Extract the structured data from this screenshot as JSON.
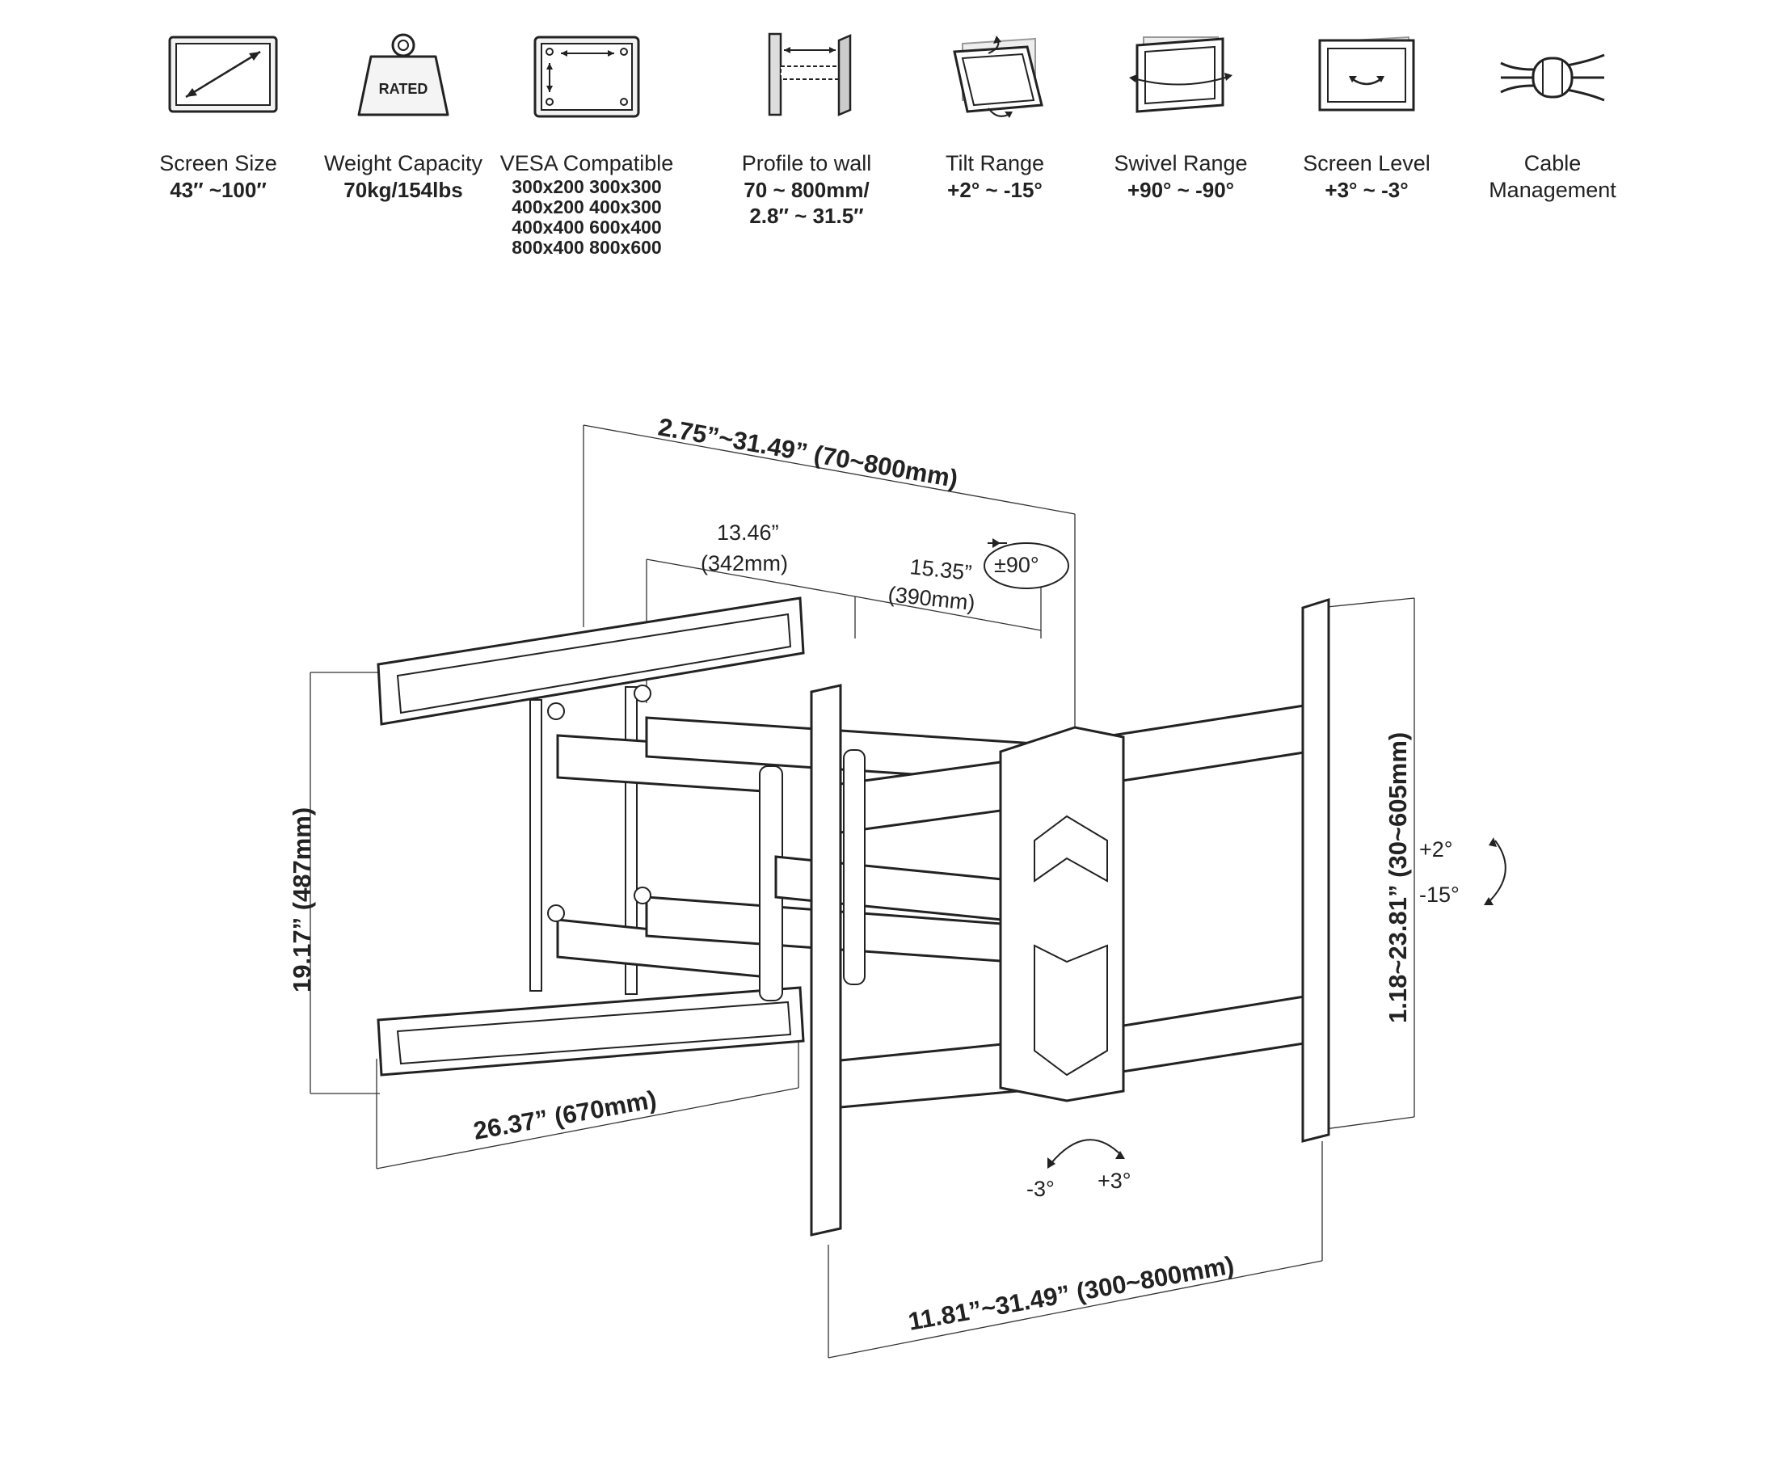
{
  "specs": [
    {
      "icon": "screen-size-icon",
      "label": "Screen Size",
      "value": "43″ ~100″"
    },
    {
      "icon": "weight-capacity-icon",
      "label": "Weight Capacity",
      "value": "70kg/154lbs",
      "icon_text": "RATED"
    },
    {
      "icon": "vesa-icon",
      "label": "VESA Compatible",
      "lines": [
        "300x200 300x300",
        "400x200 400x300",
        "400x400 600x400",
        "800x400 800x600"
      ]
    },
    {
      "icon": "profile-to-wall-icon",
      "label": "Profile to wall",
      "lines": [
        "70 ~ 800mm/",
        "2.8″ ~ 31.5″"
      ]
    },
    {
      "icon": "tilt-range-icon",
      "label": "Tilt Range",
      "value": "+2° ~ -15°"
    },
    {
      "icon": "swivel-range-icon",
      "label": "Swivel Range",
      "value": "+90° ~ -90°"
    },
    {
      "icon": "screen-level-icon",
      "label": "Screen Level",
      "value": "+3° ~ -3°"
    },
    {
      "icon": "cable-management-icon",
      "label": "Cable",
      "label2": "Management"
    }
  ],
  "dimensions": {
    "profile": "2.75”~31.49” (70~800mm)",
    "arm1_in": "13.46”",
    "arm1_mm": "(342mm)",
    "arm2_in": "15.35”",
    "arm2_mm": "(390mm)",
    "swivel": "±90°",
    "wallplate_height": "19.17” (487mm)",
    "wallplate_width": "26.37” (670mm)",
    "vertical_vesa": "1.18~23.81” (30~605mm)",
    "horizontal_vesa": "11.81”~31.49” (300~800mm)",
    "tilt_up": "+2°",
    "tilt_down": "-15°",
    "level_neg": "-3°",
    "level_pos": "+3°"
  }
}
